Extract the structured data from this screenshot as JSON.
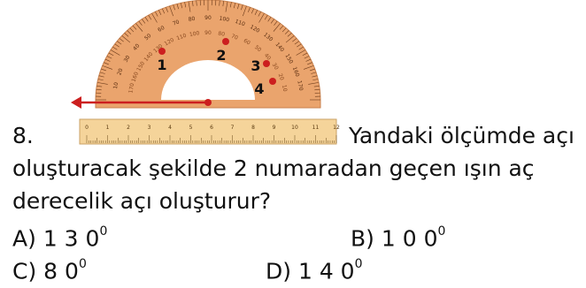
{
  "question": {
    "number": "8.",
    "line1": "Yandaki ölçümde açı",
    "line2": "oluşturacak şekilde 2 numaradan geçen ışın aç",
    "line3": "derecelik açı oluşturur?"
  },
  "figure": {
    "point_labels": [
      "1",
      "2",
      "3",
      "4"
    ],
    "outer_scale": [
      "10",
      "20",
      "30",
      "40",
      "50",
      "60",
      "70",
      "80",
      "90",
      "100",
      "110",
      "120",
      "130",
      "140",
      "150",
      "160",
      "170"
    ],
    "inner_scale": [
      "170",
      "160",
      "150",
      "140",
      "130",
      "120",
      "110",
      "100",
      "90",
      "80",
      "70",
      "60",
      "50",
      "40",
      "30",
      "20",
      "10"
    ],
    "ruler_numbers": [
      "0",
      "1",
      "2",
      "3",
      "4",
      "5",
      "6",
      "7",
      "8",
      "9",
      "10",
      "11",
      "12"
    ],
    "colors": {
      "protractor": "#eaa46d",
      "ruler": "#f5d49a",
      "point": "#cc1f1f",
      "ray": "#cc1f1f"
    }
  },
  "options": {
    "a": {
      "label": "A)",
      "value": "1 3 0",
      "unit": "0"
    },
    "b": {
      "label": "B)",
      "value": "1 0 0",
      "unit": "0"
    },
    "c": {
      "label": "C)",
      "value": "8 0",
      "unit": "0"
    },
    "d": {
      "label": "D)",
      "value": "1 4 0",
      "unit": "0"
    }
  }
}
